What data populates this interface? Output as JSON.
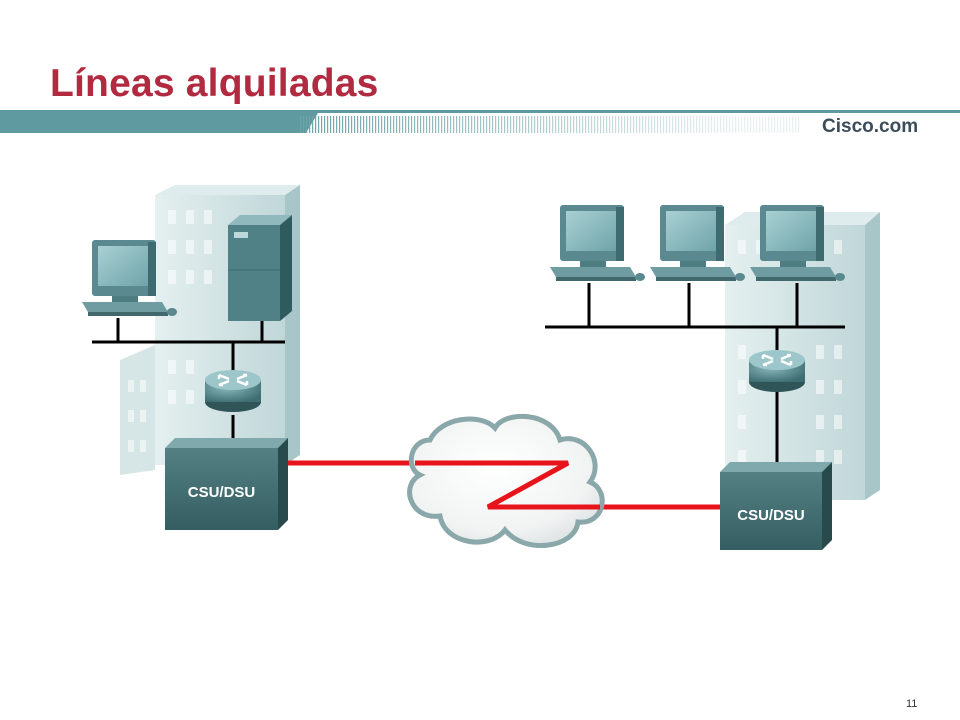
{
  "slide": {
    "title": "Líneas alquiladas",
    "brand": "Cisco.com",
    "page_number": "11"
  },
  "diagram": {
    "left_site": {
      "device_label": "CSU/DSU",
      "icons": [
        "building-icon",
        "workstation-icon",
        "server-icon",
        "router-icon"
      ]
    },
    "right_site": {
      "device_label": "CSU/DSU",
      "icons": [
        "building-icon",
        "workstation-icon",
        "workstation-icon",
        "workstation-icon",
        "router-icon"
      ]
    },
    "link": "leased-line",
    "cloud": "network-cloud-icon"
  },
  "colors": {
    "title": "#b22a40",
    "band": "#5e9aa0",
    "leased_line": "#e8141c",
    "device": "#3f6b70",
    "building": "#cfe1e2",
    "brand": "#3d4c5a"
  }
}
